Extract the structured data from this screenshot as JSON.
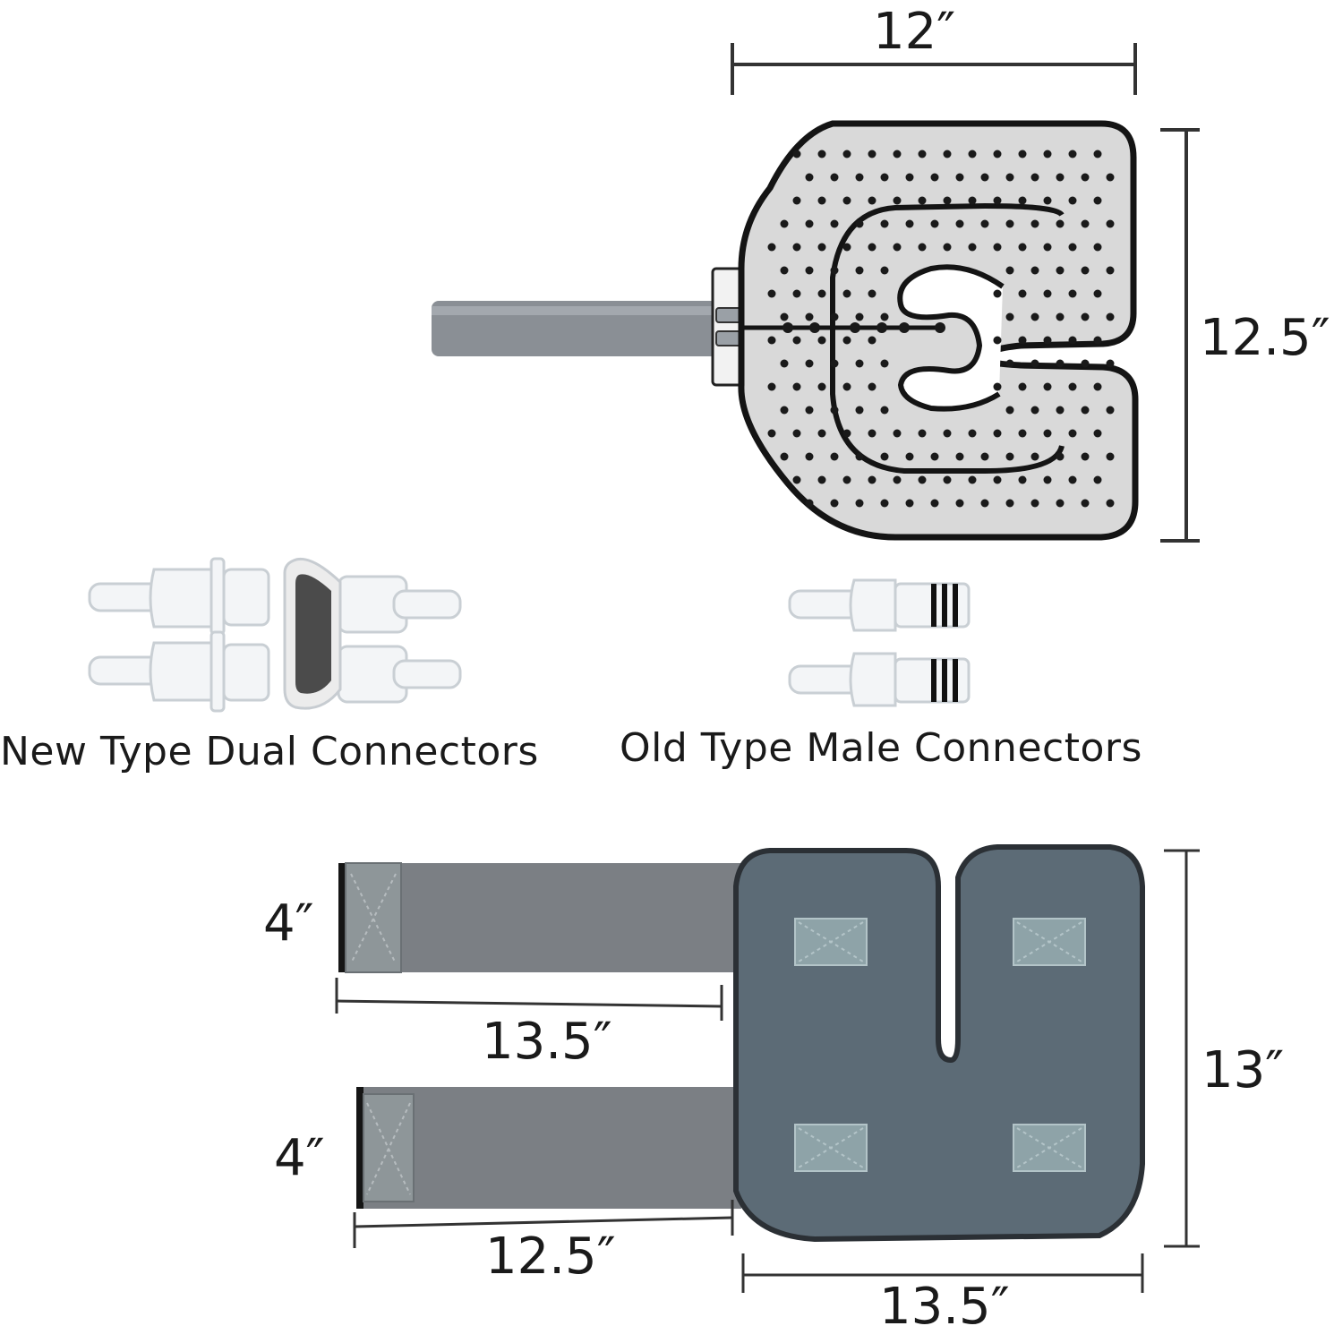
{
  "pad_dimensions": {
    "width": "12″",
    "height": "12.5″"
  },
  "connectors": {
    "new_type_label": "New Type Dual Connectors",
    "old_type_label": "Old Type Male Connectors"
  },
  "wrap_dimensions": {
    "strap_top_width": "4″",
    "strap_top_length": "13.5″",
    "strap_bottom_width": "4″",
    "strap_bottom_length": "12.5″",
    "wrap_height": "13″",
    "wrap_width": "13.5″"
  },
  "colors": {
    "pad_outline": "#141414",
    "pad_fill": "#d9d9d9",
    "hose": "#8a8f95",
    "wrap_fill": "#5c6b76",
    "strap_fill": "#7b7f84",
    "velcro_patch": "#8ea3a8"
  }
}
